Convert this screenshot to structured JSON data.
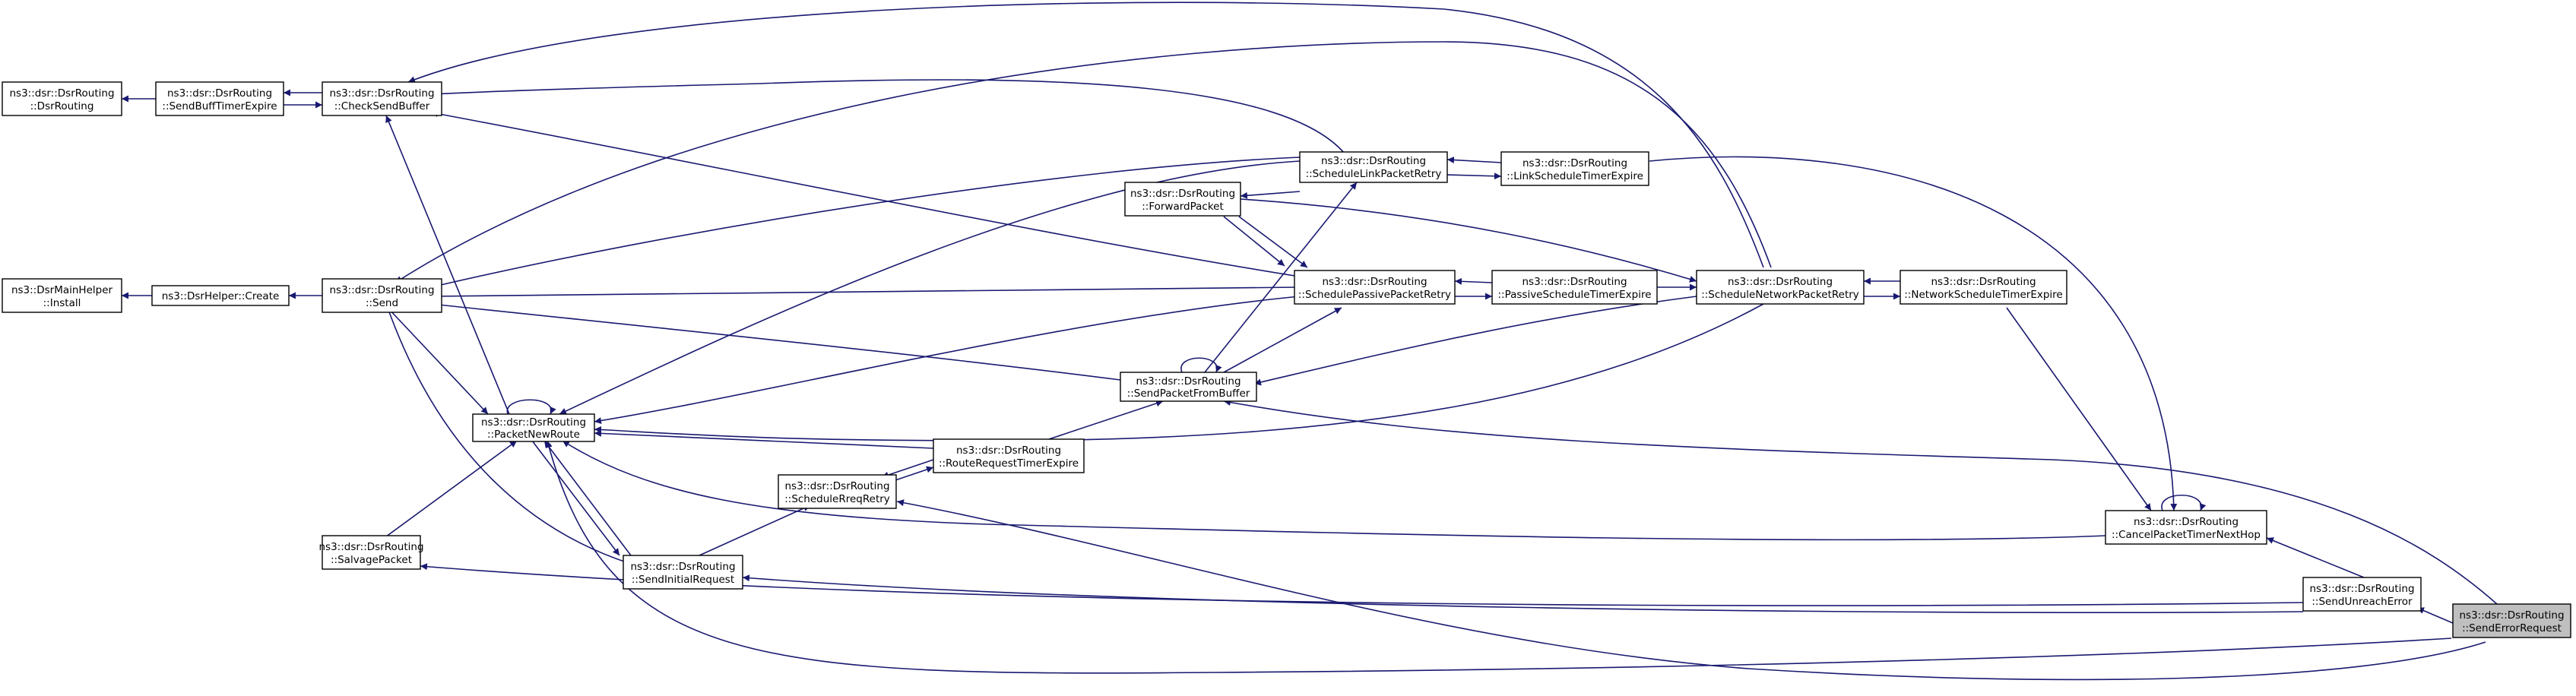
{
  "colors": {
    "edge": "#191970",
    "node_border": "#000000",
    "current_fill": "#bfbfbf",
    "background": "#ffffff"
  },
  "nodes": {
    "n_dsrrouting": {
      "line1": "ns3::dsr::DsrRouting",
      "line2": "::DsrRouting"
    },
    "n_sendbufftimerexpire": {
      "line1": "ns3::dsr::DsrRouting",
      "line2": "::SendBuffTimerExpire"
    },
    "n_checksendbuffer": {
      "line1": "ns3::dsr::DsrRouting",
      "line2": "::CheckSendBuffer"
    },
    "n_dsrmainhelper_install": {
      "line1": "ns3::DsrMainHelper",
      "line2": "::Install"
    },
    "n_dsrhelper_create": {
      "line1": "ns3::DsrHelper::Create",
      "line2": ""
    },
    "n_send": {
      "line1": "ns3::dsr::DsrRouting",
      "line2": "::Send"
    },
    "n_packetnewroute": {
      "line1": "ns3::dsr::DsrRouting",
      "line2": "::PacketNewRoute"
    },
    "n_salvagepacket": {
      "line1": "ns3::dsr::DsrRouting",
      "line2": "::SalvagePacket"
    },
    "n_sendinitialrequest": {
      "line1": "ns3::dsr::DsrRouting",
      "line2": "::SendInitialRequest"
    },
    "n_schedulereqretry": {
      "line1": "ns3::dsr::DsrRouting",
      "line2": "::ScheduleRreqRetry"
    },
    "n_routerequesttimerexpire": {
      "line1": "ns3::dsr::DsrRouting",
      "line2": "::RouteRequestTimerExpire"
    },
    "n_sendpacketfrombuffer": {
      "line1": "ns3::dsr::DsrRouting",
      "line2": "::SendPacketFromBuffer"
    },
    "n_forwardpacket": {
      "line1": "ns3::dsr::DsrRouting",
      "line2": "::ForwardPacket"
    },
    "n_schedulelinkpacketretry": {
      "line1": "ns3::dsr::DsrRouting",
      "line2": "::ScheduleLinkPacketRetry"
    },
    "n_schedulepassivepacketretry": {
      "line1": "ns3::dsr::DsrRouting",
      "line2": "::SchedulePassivePacketRetry"
    },
    "n_linkscheduletimerexpire": {
      "line1": "ns3::dsr::DsrRouting",
      "line2": "::LinkScheduleTimerExpire"
    },
    "n_passivescheduletimerexpire": {
      "line1": "ns3::dsr::DsrRouting",
      "line2": "::PassiveScheduleTimerExpire"
    },
    "n_schedulenetworkpacketretry": {
      "line1": "ns3::dsr::DsrRouting",
      "line2": "::ScheduleNetworkPacketRetry"
    },
    "n_networkscheduletimerexpire": {
      "line1": "ns3::dsr::DsrRouting",
      "line2": "::NetworkScheduleTimerExpire"
    },
    "n_cancelpackettimernexthop": {
      "line1": "ns3::dsr::DsrRouting",
      "line2": "::CancelPacketTimerNextHop"
    },
    "n_sendunreacherror": {
      "line1": "ns3::dsr::DsrRouting",
      "line2": "::SendUnreachError"
    },
    "n_senderrorrequest": {
      "line1": "ns3::dsr::DsrRouting",
      "line2": "::SendErrorRequest"
    }
  }
}
